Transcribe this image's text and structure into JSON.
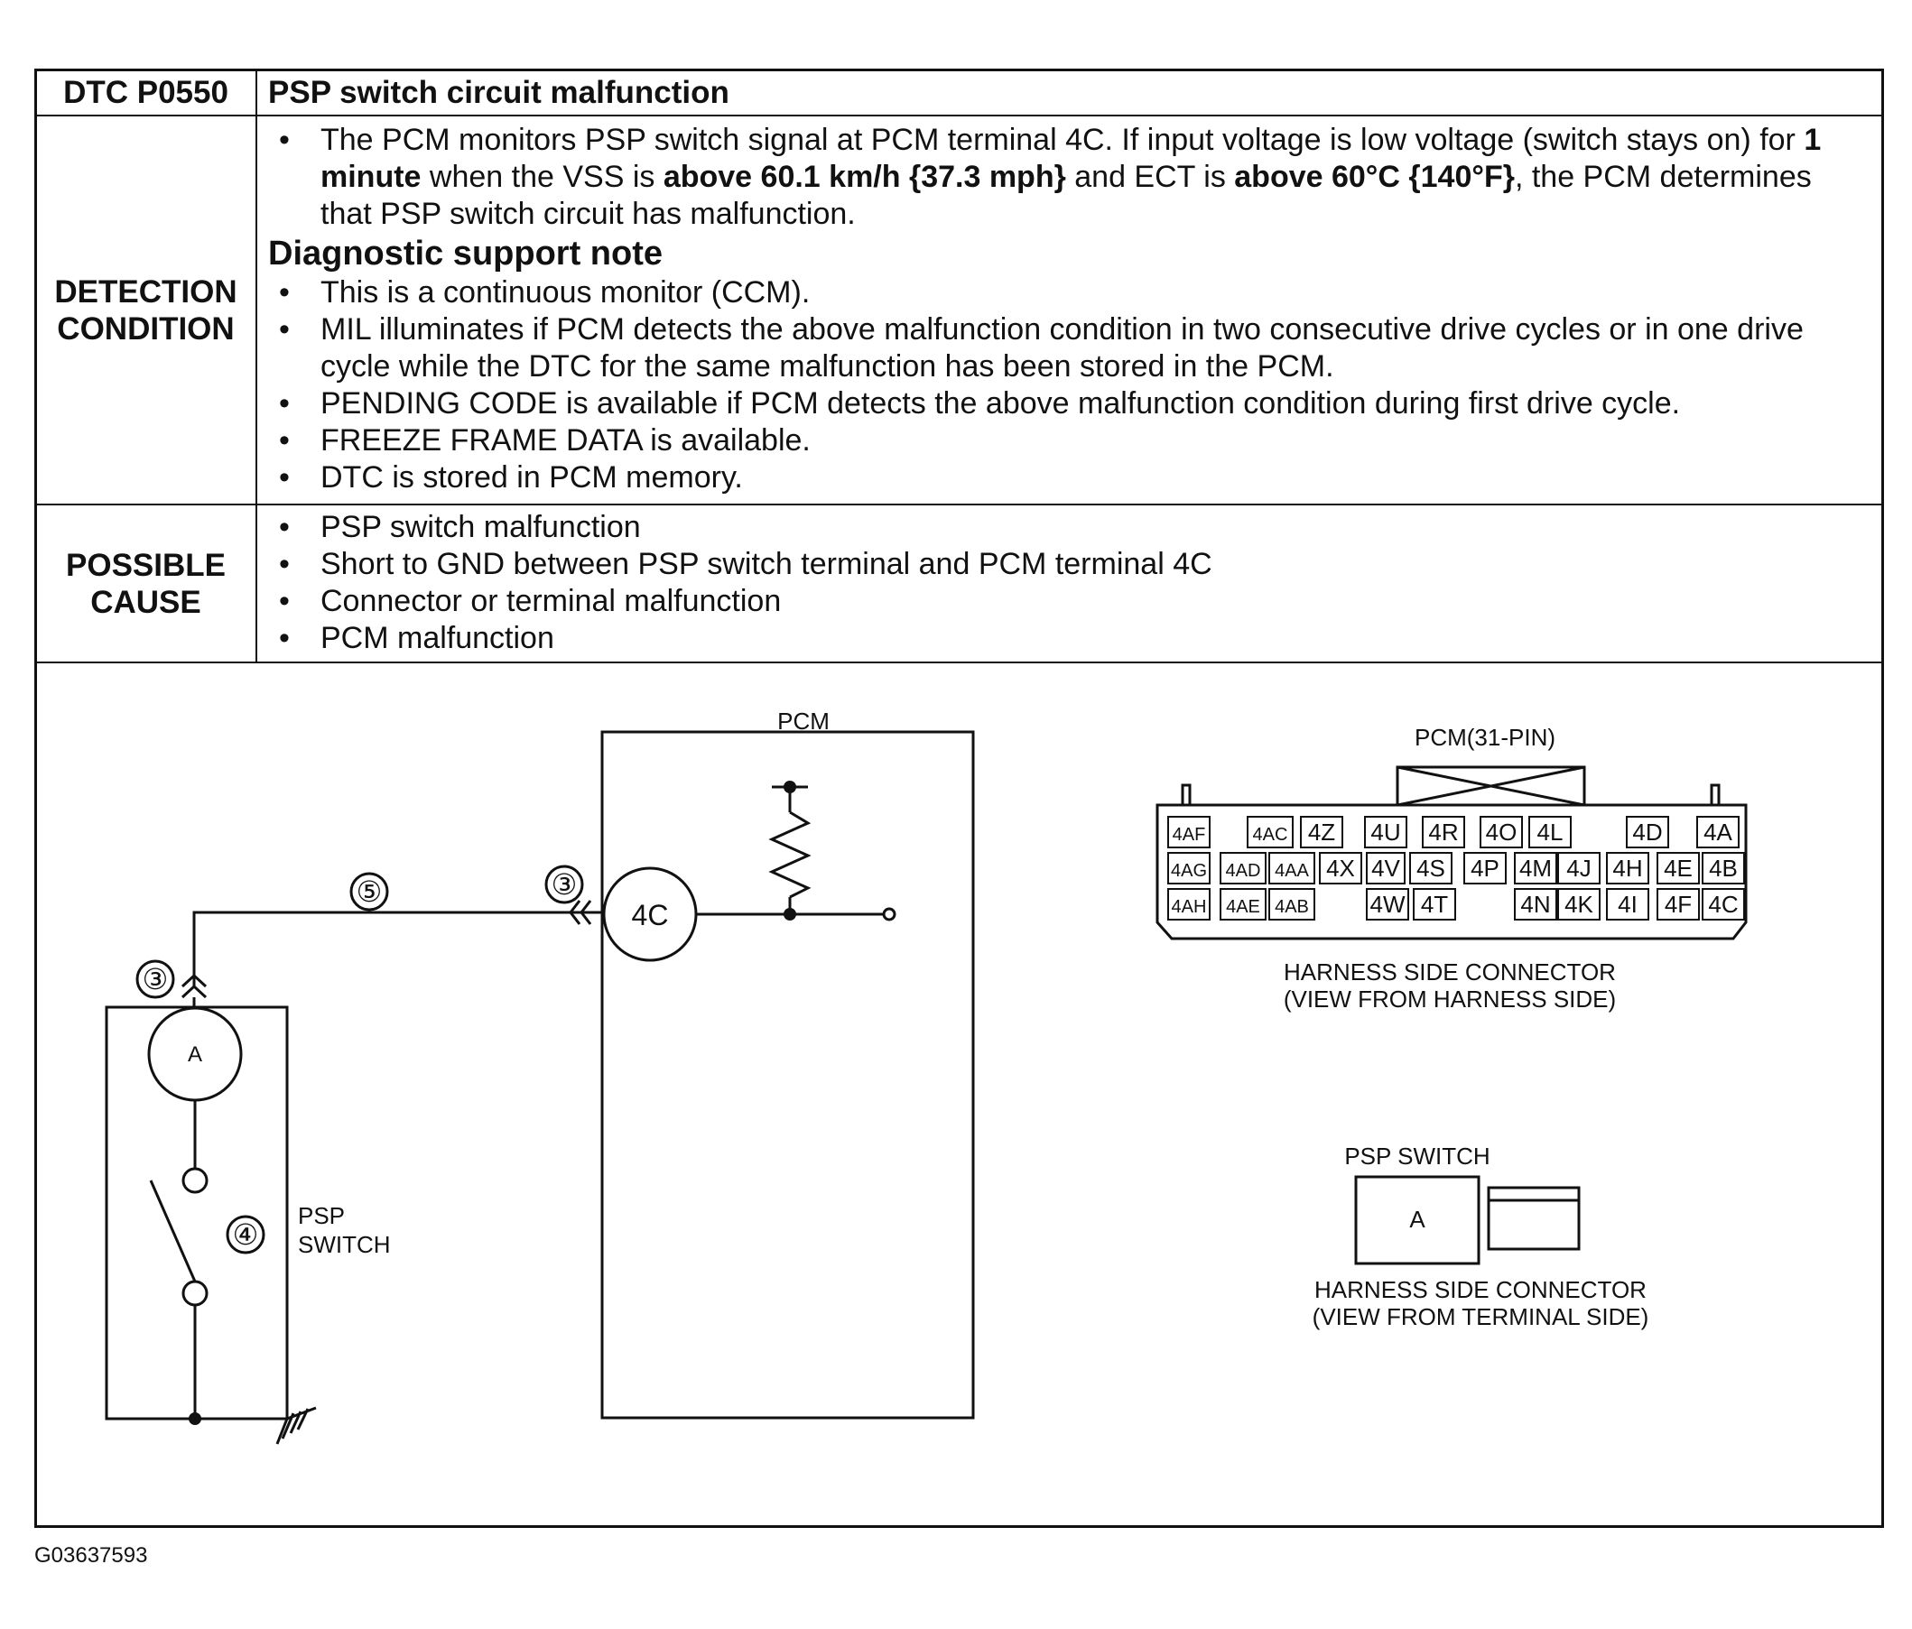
{
  "header": {
    "code": "DTC P0550",
    "title": "PSP switch circuit malfunction"
  },
  "detection": {
    "label_line1": "DETECTION",
    "label_line2": "CONDITION",
    "intro": {
      "t1": "The PCM monitors PSP switch signal at PCM terminal 4C. If input voltage is low voltage (switch stays on) for ",
      "b1": "1 minute",
      "t2": " when the VSS is ",
      "b2": "above 60.1 km/h {37.3 mph}",
      "t3": " and ECT is ",
      "b3": "above 60°C {140°F}",
      "t4": ", the PCM determines that PSP switch circuit has malfunction."
    },
    "note_heading": "Diagnostic support note",
    "notes": [
      "This is a continuous monitor (CCM).",
      "MIL illuminates if PCM detects the above malfunction condition in two consecutive drive cycles or in one drive cycle while the DTC for the same malfunction has been stored in the PCM.",
      "PENDING CODE is available if PCM detects the above malfunction condition during first drive cycle.",
      "FREEZE FRAME DATA is available.",
      "DTC is stored in PCM memory."
    ]
  },
  "possible_cause": {
    "label_line1": "POSSIBLE",
    "label_line2": "CAUSE",
    "items": [
      "PSP switch malfunction",
      "Short to GND between PSP switch terminal and PCM terminal 4C",
      "Connector or terminal malfunction",
      "PCM malfunction"
    ]
  },
  "schematic": {
    "pcm_label": "PCM",
    "pcm_terminal": "4C",
    "switch_terminal": "A",
    "wire_callout": "⑤",
    "connector_callout_pcm": "③",
    "connector_callout_switch": "③",
    "switch_callout": "④",
    "switch_label_line1": "PSP",
    "switch_label_line2": "SWITCH"
  },
  "pcm_connector": {
    "title": "PCM(31-PIN)",
    "row1": [
      "4AF",
      "4AC",
      "4Z",
      "4U",
      "4R",
      "4O",
      "4L",
      "4D",
      "4A"
    ],
    "row2": [
      "4AG",
      "4AD",
      "4AA",
      "4X",
      "4V",
      "4S",
      "4P",
      "4M",
      "4J",
      "4H",
      "4E",
      "4B"
    ],
    "row3": [
      "4AH",
      "4AE",
      "4AB",
      "4W",
      "4T",
      "4N",
      "4K",
      "4I",
      "4F",
      "4C"
    ],
    "caption_line1": "HARNESS SIDE CONNECTOR",
    "caption_line2": "(VIEW FROM HARNESS SIDE)"
  },
  "psp_connector": {
    "title": "PSP SWITCH",
    "terminal": "A",
    "caption_line1": "HARNESS SIDE CONNECTOR",
    "caption_line2": "(VIEW FROM TERMINAL SIDE)"
  },
  "figure_id": "G03637593"
}
